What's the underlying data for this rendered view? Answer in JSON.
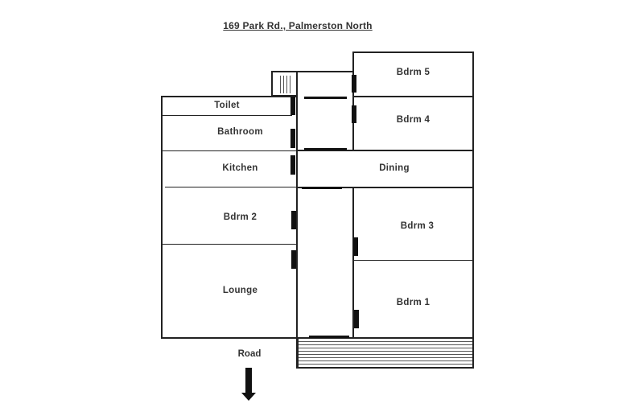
{
  "title": "169 Park Rd., Palmerston North",
  "rooms": {
    "bdrm5": "Bdrm 5",
    "bdrm4": "Bdrm 4",
    "toilet": "Toilet",
    "bathroom": "Bathroom",
    "kitchen": "Kitchen",
    "dining": "Dining",
    "bdrm2": "Bdrm 2",
    "bdrm3": "Bdrm 3",
    "lounge": "Lounge",
    "bdrm1": "Bdrm 1"
  },
  "road": {
    "label": "Road",
    "arrow_icon": "arrow-down-icon"
  }
}
